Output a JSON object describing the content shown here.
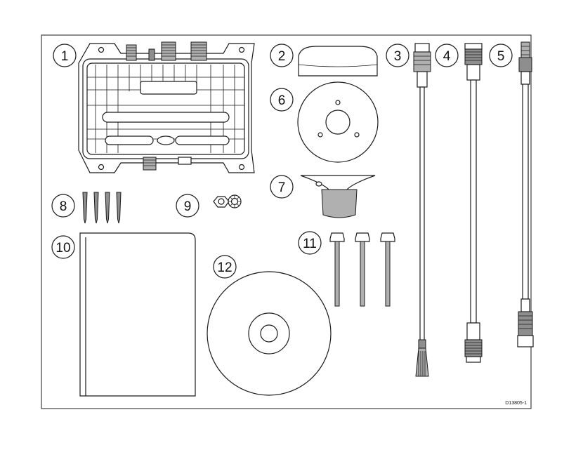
{
  "callouts": [
    "1",
    "2",
    "3",
    "4",
    "5",
    "6",
    "7",
    "8",
    "9",
    "10",
    "11",
    "12"
  ],
  "figure_code": "D13805-1"
}
